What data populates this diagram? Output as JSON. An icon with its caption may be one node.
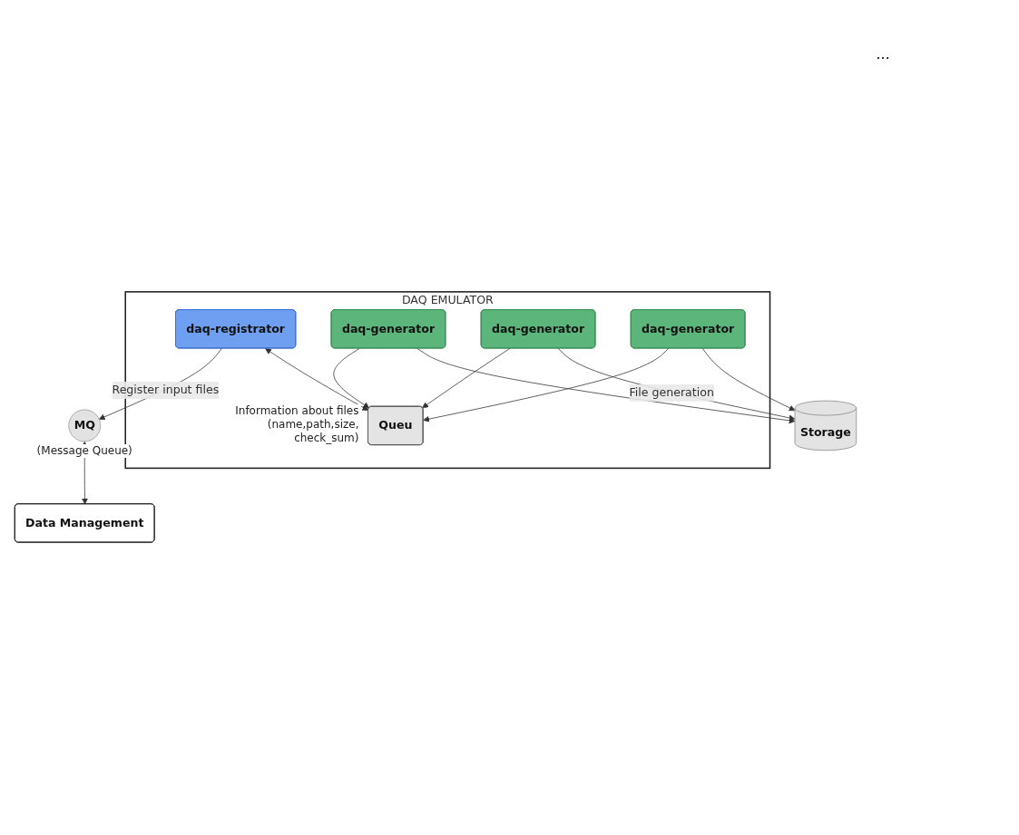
{
  "diagram": {
    "nodes": [
      {
        "text": [
          "DAQ EMULATOR"
        ]
      },
      {
        "text": [
          "daq-registrator"
        ],
        "in": 0
      },
      {
        "text": [
          "MQ"
        ],
        "beside": [
          "(Message Queue)"
        ]
      },
      {
        "text": [
          "Queu"
        ],
        "in": 0,
        "beside": [
          "Information about files (name,path,size, check_sum)"
        ]
      },
      {
        "text": [
          "daq-generator"
        ],
        "in": 0
      },
      {
        "text": [
          "daq-generator"
        ],
        "in": 0
      },
      {
        "text": [
          "daq-generator"
        ],
        "in": 0
      },
      {
        "text": [
          "Data Management"
        ]
      },
      {
        "text": [
          "Storage"
        ]
      }
    ],
    "edges": [
      {
        "from": 1,
        "to": 2,
        "arrow": "to",
        "label": "Register input files"
      },
      {
        "from": 2,
        "to": 7,
        "arrow": "both"
      },
      {
        "from": 1,
        "to": 3,
        "arrow": "both"
      },
      {
        "from": 4,
        "to": 3,
        "arrow": "to"
      },
      {
        "from": 5,
        "to": 3,
        "arrow": "to"
      },
      {
        "from": 6,
        "to": 3,
        "arrow": "to"
      },
      {
        "from": 4,
        "to": 8,
        "arrow": "to"
      },
      {
        "from": 5,
        "to": 8,
        "arrow": "to",
        "label": "File generation"
      },
      {
        "from": 6,
        "to": 8,
        "arrow": "to"
      }
    ],
    "labels": [
      "..."
    ]
  }
}
